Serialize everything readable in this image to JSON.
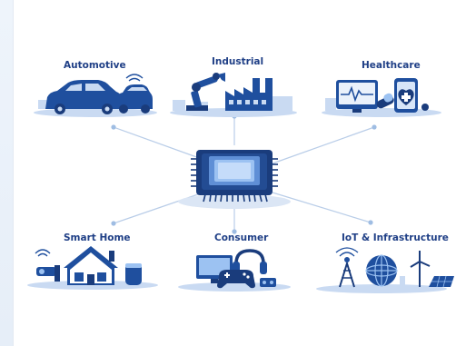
{
  "diagram": {
    "center": {
      "icon": "processor-chip-icon"
    },
    "sectors": [
      {
        "label": "Automotive",
        "icon": "cars-icon"
      },
      {
        "label": "Industrial",
        "icon": "factory-robot-arm-icon"
      },
      {
        "label": "Healthcare",
        "icon": "medical-devices-icon"
      },
      {
        "label": "Smart Home",
        "icon": "smart-home-icon"
      },
      {
        "label": "Consumer",
        "icon": "consumer-electronics-icon"
      },
      {
        "label": "IoT & Infrastructure",
        "icon": "iot-infrastructure-icon"
      }
    ],
    "colors": {
      "primary": "#1f4f9e",
      "dark": "#1a3c7c",
      "light": "#c9daf2",
      "chip": "#5f8fd6",
      "lines": "#b9cde8"
    }
  }
}
